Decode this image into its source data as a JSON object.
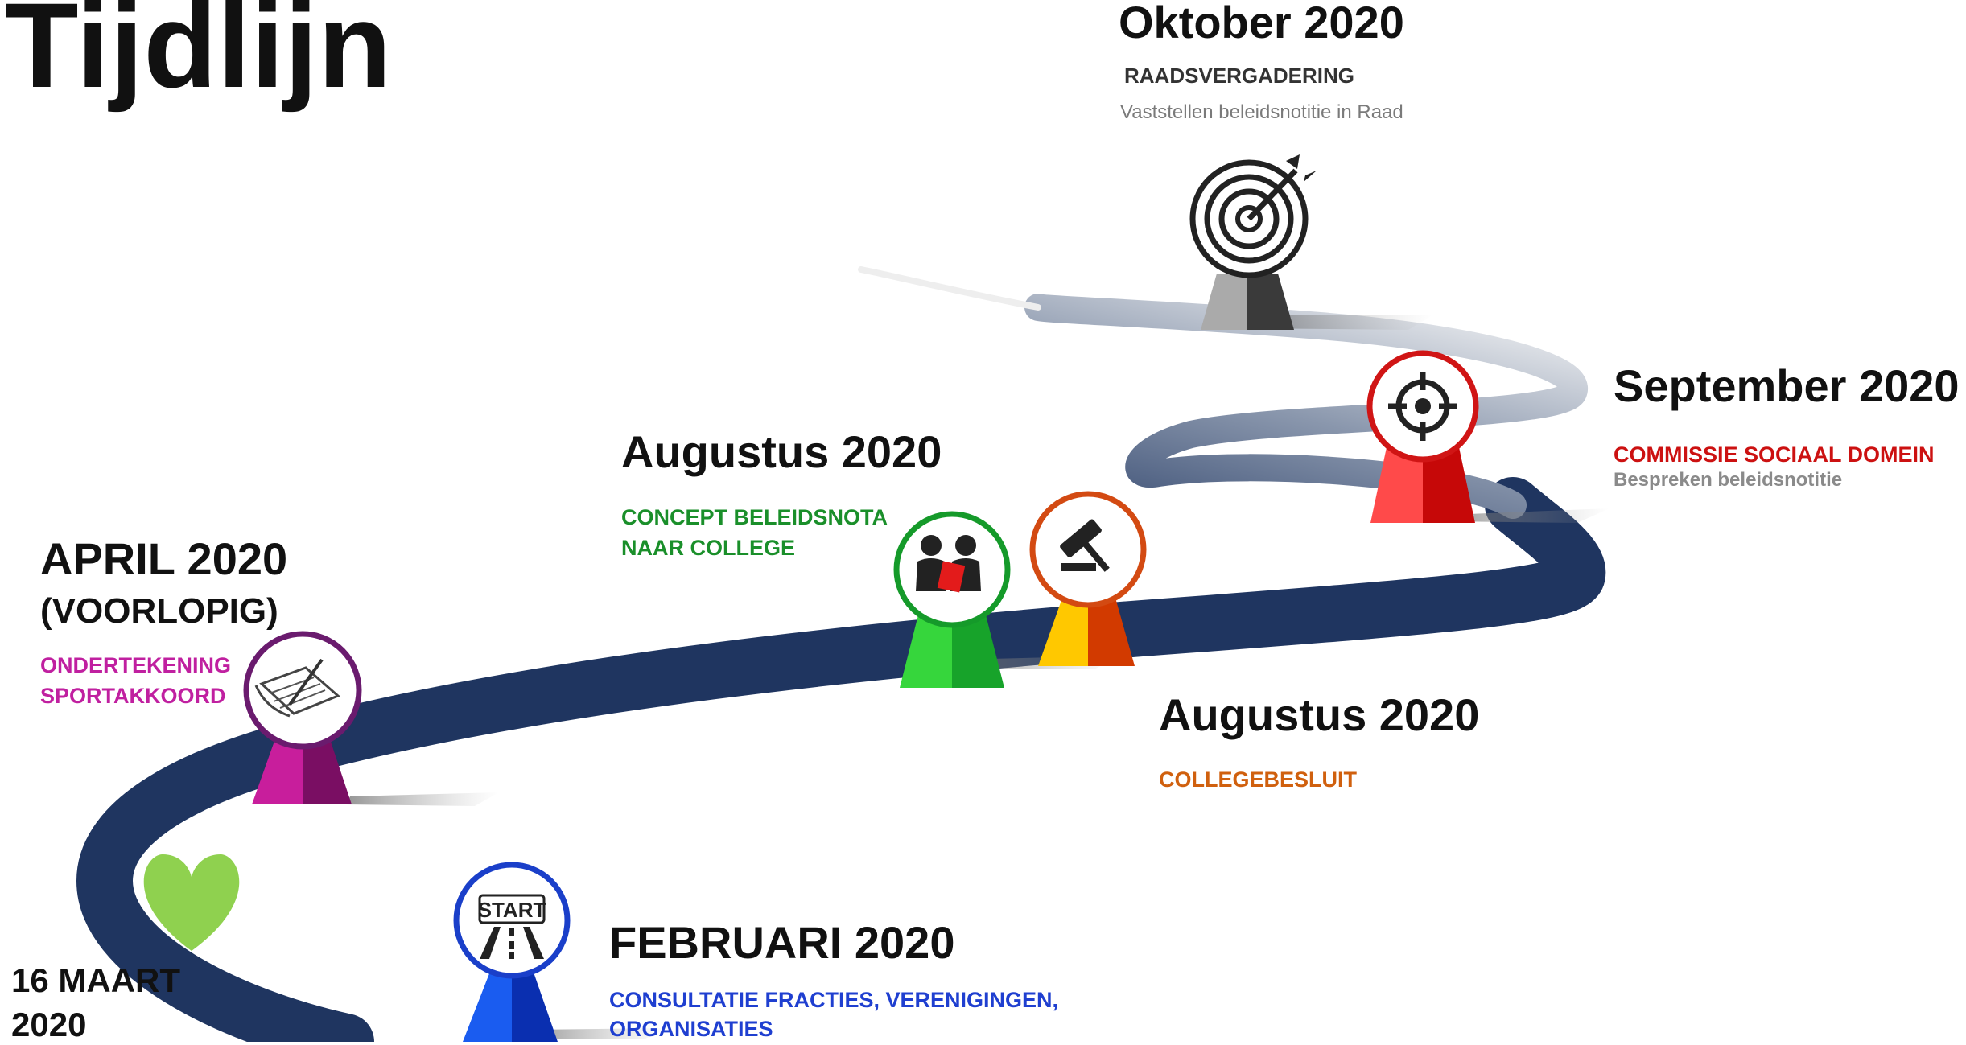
{
  "title": "Tijdlijn",
  "milestones": {
    "februari": {
      "date": "FEBRUARI 2020",
      "line1": "CONSULTATIE FRACTIES, VERENIGINGEN,",
      "line2": "ORGANISATIES",
      "badge": "START",
      "icon": "road-start-icon",
      "colors": {
        "ring": "#1a3fc9",
        "pin_light": "#1a5cf0",
        "pin_dark": "#0a2fb0",
        "text": "#1f3fd0"
      }
    },
    "maart": {
      "line1": "16 MAART",
      "line2": "2020",
      "icon": "heart-icon",
      "colors": {
        "heart": "#8fd14f"
      }
    },
    "april": {
      "date": "APRIL 2020",
      "date2": "(VOORLOPIG)",
      "line1": "ONDERTEKENING",
      "line2": "SPORTAKKOORD",
      "icon": "signing-document-icon",
      "colors": {
        "ring": "#6a1b6e",
        "pin_light": "#c81e9c",
        "pin_dark": "#7a0e63",
        "text": "#c020a0"
      }
    },
    "augustus_concept": {
      "date": "Augustus 2020",
      "line1": "CONCEPT BELEIDSNOTA",
      "line2": "NAAR COLLEGE",
      "icon": "people-document-icon",
      "colors": {
        "ring": "#159a2a",
        "pin_light": "#36d63c",
        "pin_dark": "#17a32a",
        "text": "#1a8f2a"
      }
    },
    "augustus_besluit": {
      "date": "Augustus 2020",
      "line1": "COLLEGEBESLUIT",
      "icon": "gavel-icon",
      "colors": {
        "ring": "#d34a12",
        "pin_light": "#ffc800",
        "pin_dark": "#d23a00",
        "text": "#d0600e"
      }
    },
    "september": {
      "date": "September 2020",
      "line1": "COMMISSIE SOCIAAL DOMEIN",
      "line2": "Bespreken beleidsnotitie",
      "icon": "crosshair-icon",
      "colors": {
        "ring": "#d01515",
        "pin_light": "#ff4a4a",
        "pin_dark": "#c60808",
        "text": "#cc1111"
      }
    },
    "oktober": {
      "date": "Oktober 2020",
      "line1": "RAADSVERGADERING",
      "line2": "Vaststellen beleidsnotitie in Raad",
      "icon": "target-arrow-icon",
      "colors": {
        "ring": "#222222",
        "pin_light": "#aaaaaa",
        "pin_dark": "#3a3a3a",
        "text": "#333333"
      }
    }
  },
  "road_color": "#1f3560"
}
